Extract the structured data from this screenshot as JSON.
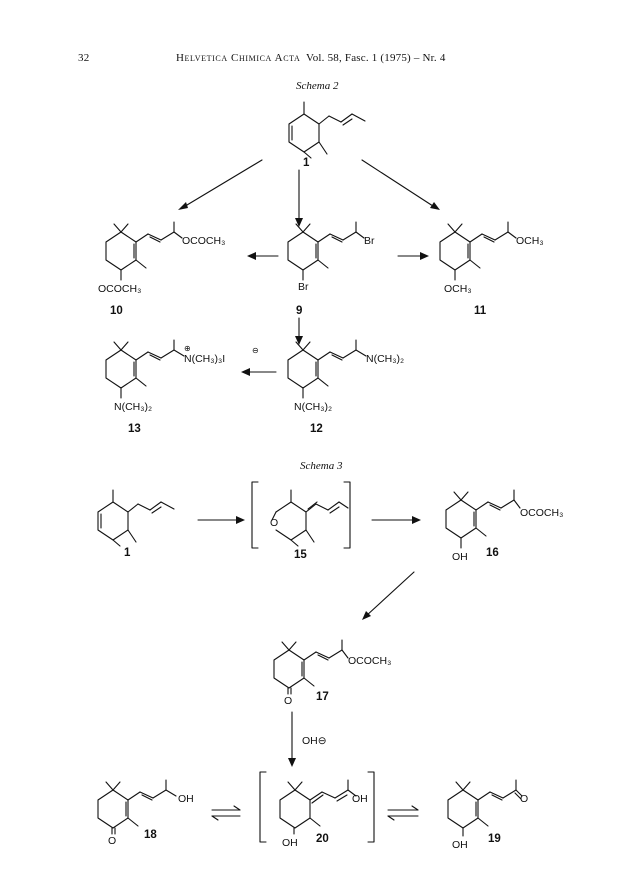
{
  "header": {
    "page_number": "32",
    "journal": "Helvetica Chimica Acta",
    "volume": "Vol. 58, Fasc. 1 (1975) – Nr. 4"
  },
  "schema2": {
    "title": "Schema 2",
    "compounds": {
      "c1": {
        "label": "1"
      },
      "c10": {
        "label": "10",
        "side_chain": "OCOCH₃",
        "ring_substituent": "OCOCH₃"
      },
      "c9": {
        "label": "9",
        "side_chain": "Br",
        "ring_substituent": "Br"
      },
      "c11": {
        "label": "11",
        "side_chain": "OCH₃",
        "ring_substituent": "OCH₃"
      },
      "c13": {
        "label": "13",
        "side_chain": "N(CH₃)₃I",
        "charge": "⊕",
        "counter_charge": "⊖",
        "ring_substituent": "N(CH₃)₂"
      },
      "c12": {
        "label": "12",
        "side_chain": "N(CH₃)₂",
        "ring_substituent": "N(CH₃)₂"
      }
    }
  },
  "schema3": {
    "title": "Schema 3",
    "compounds": {
      "c1": {
        "label": "1"
      },
      "c15": {
        "label": "15",
        "ring_substituent": "O"
      },
      "c16": {
        "label": "16",
        "side_chain": "OCOCH₃",
        "ring_substituent": "OH"
      },
      "c17": {
        "label": "17",
        "side_chain": "OCOCH₃",
        "ring_substituent": "O"
      },
      "c18": {
        "label": "18",
        "side_chain": "OH",
        "ring_substituent": "O"
      },
      "c20": {
        "label": "20",
        "side_chain": "OH",
        "ring_substituent": "OH"
      },
      "c19": {
        "label": "19",
        "side_chain": "O",
        "ring_substituent": "OH"
      }
    },
    "reagent": "OH⊖"
  }
}
